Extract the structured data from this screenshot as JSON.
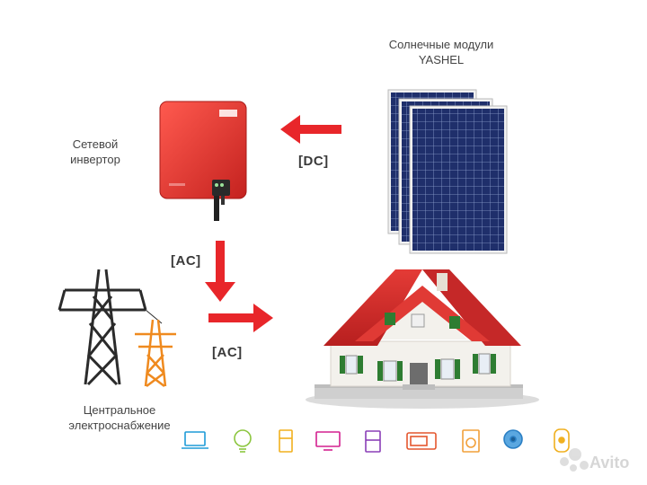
{
  "labels": {
    "solar_line1": "Солнечные модули",
    "solar_line2": "YASHEL",
    "inverter_line1": "Сетевой",
    "inverter_line2": "инвертор",
    "grid_line1": "Центральное",
    "grid_line2": "электроснабжение",
    "dc": "[DC]",
    "ac_top": "[AC]",
    "ac_bottom": "[AC]"
  },
  "watermark": "Avito",
  "appliance_icons": [
    "laptop-icon",
    "lightbulb-icon",
    "fridge-icon",
    "monitor-icon",
    "wardrobe-fridge-icon",
    "microwave-icon",
    "washing-machine-icon",
    "fan-icon",
    "water-heater-icon"
  ],
  "colors": {
    "arrow": "#e8262a",
    "inverter": "#e53935",
    "panel": "#1f2f6b",
    "roof": "#d62e2e",
    "wall": "#f3f1ec",
    "shutter": "#2e7d32",
    "tower_dark": "#2b2b2b",
    "tower_orange": "#ef8a1f"
  }
}
